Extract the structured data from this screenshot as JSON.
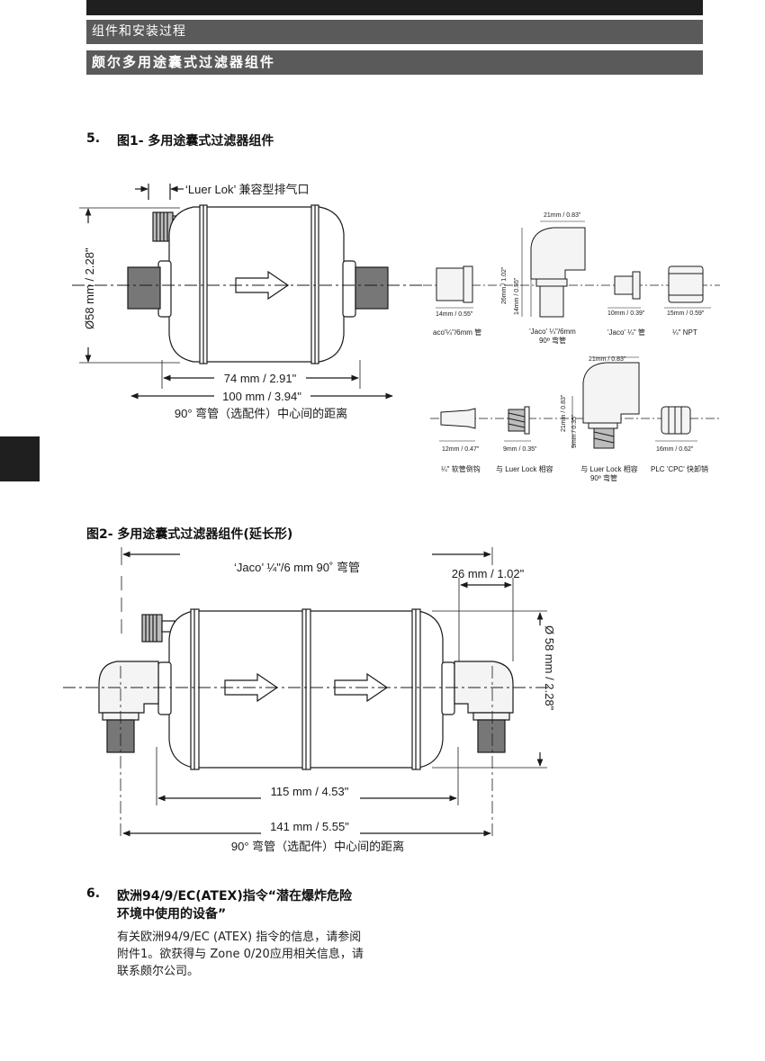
{
  "header": {
    "section": "组件和安装过程",
    "subsection": "颇尔多用途囊式过滤器组件"
  },
  "section5": {
    "number": "5.",
    "title": "图1- 多用途囊式过滤器组件"
  },
  "fig1": {
    "vent_label": "‘Luer Lok’ 兼容型排气口",
    "dia_label": "Ø58 mm / 2.28\"",
    "len_inner": "74 mm / 2.91\"",
    "len_outer": "100 mm / 3.94\"",
    "caption": "90° 弯管（选配件）中心间的距离",
    "fittings": {
      "jaco_straight": {
        "dim": "14mm / 0.55\"",
        "label": "aco'¼\"/6mm 管"
      },
      "jaco_elbow": {
        "dim_w": "21mm / 0.83\"",
        "dim_h1": "26mm / 1.02\"",
        "dim_h2": "14mm / 0.55\"",
        "label1": "'Jaco' ¼\"/6mm",
        "label2": "90º 弯管"
      },
      "jaco_small": {
        "dim": "10mm / 0.39\"",
        "label": "'Jaco' ¼\" 管"
      },
      "npt": {
        "dim": "15mm / 0.59\"",
        "label": "¼\" NPT"
      },
      "barb": {
        "dim": "12mm / 0.47\"",
        "label": "¼\" 软管倒钩"
      },
      "luer": {
        "dim": "9mm / 0.35\"",
        "label": "与 Luer Lock 相容"
      },
      "luer_elbow": {
        "dim_w": "21mm / 0.83\"",
        "dim_h1": "21mm / 0.83\"",
        "dim_h2": "9mm / 0.35\"",
        "label1": "与 Luer Lock 相容",
        "label2": "90º 弯管"
      },
      "cpc": {
        "dim": "16mm / 0.62\"",
        "label": "PLC 'CPC' 快卸销"
      }
    }
  },
  "fig2": {
    "title": "图2- 多用途囊式过滤器组件(延长形)",
    "top_label": "‘Jaco’ ¼\"/6 mm  90˚ 弯管",
    "elbow_dim": "26 mm / 1.02\"",
    "dia_label": "Ø 58 mm / 2.28\"",
    "len_inner": "115 mm / 4.53\"",
    "len_outer": "141 mm / 5.55\"",
    "caption": "90° 弯管（选配件）中心间的距离"
  },
  "section6": {
    "number": "6.",
    "title_line1": "欧洲94/9/EC(ATEX)指令“潜在爆炸危险",
    "title_line2": "环境中使用的设备”",
    "para_line1": "有关欧洲94/9/EC (ATEX) 指令的信息，请参阅",
    "para_line2": "附件1。欲获得与 Zone 0/20应用相关信息，请",
    "para_line3": "联系颇尔公司。"
  }
}
